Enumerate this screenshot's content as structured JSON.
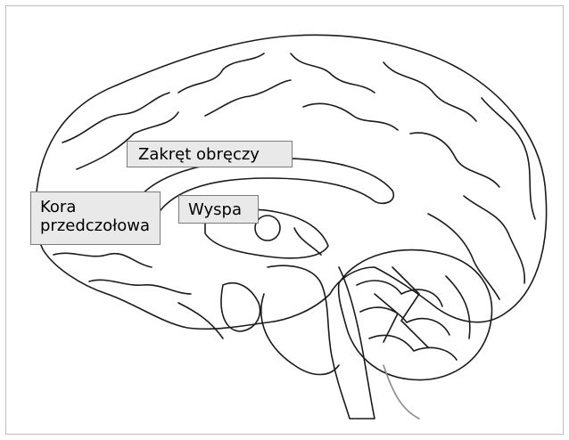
{
  "labels": {
    "cingulate": "Zakręt obręczy",
    "prefrontal_line1": "Kora",
    "prefrontal_line2": "przedczołowa",
    "insula": "Wyspa"
  },
  "colors": {
    "ink": "#1a1a1a",
    "label_background": "#e9e9e9",
    "label_border": "#7a7a7a"
  }
}
